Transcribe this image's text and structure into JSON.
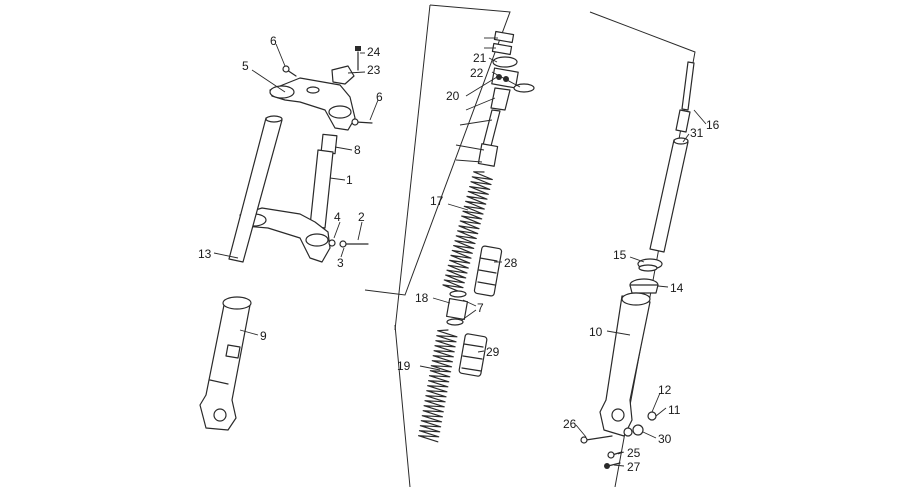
{
  "callouts": {
    "c1": "1",
    "c2": "2",
    "c3": "3",
    "c4": "4",
    "c5": "5",
    "c6a": "6",
    "c6b": "6",
    "c7": "7",
    "c8": "8",
    "c9": "9",
    "c10": "10",
    "c11": "11",
    "c12": "12",
    "c13": "13",
    "c14": "14",
    "c15": "15",
    "c16": "16",
    "c17": "17",
    "c18": "18",
    "c19": "19",
    "c20": "20",
    "c21": "21",
    "c22": "22",
    "c23": "23",
    "c24": "24",
    "c25": "25",
    "c26": "26",
    "c27": "27",
    "c28": "28",
    "c29": "29",
    "c30": "30",
    "c31": "31"
  },
  "colors": {
    "ink": "#2a2a2a",
    "background": "#ffffff"
  }
}
